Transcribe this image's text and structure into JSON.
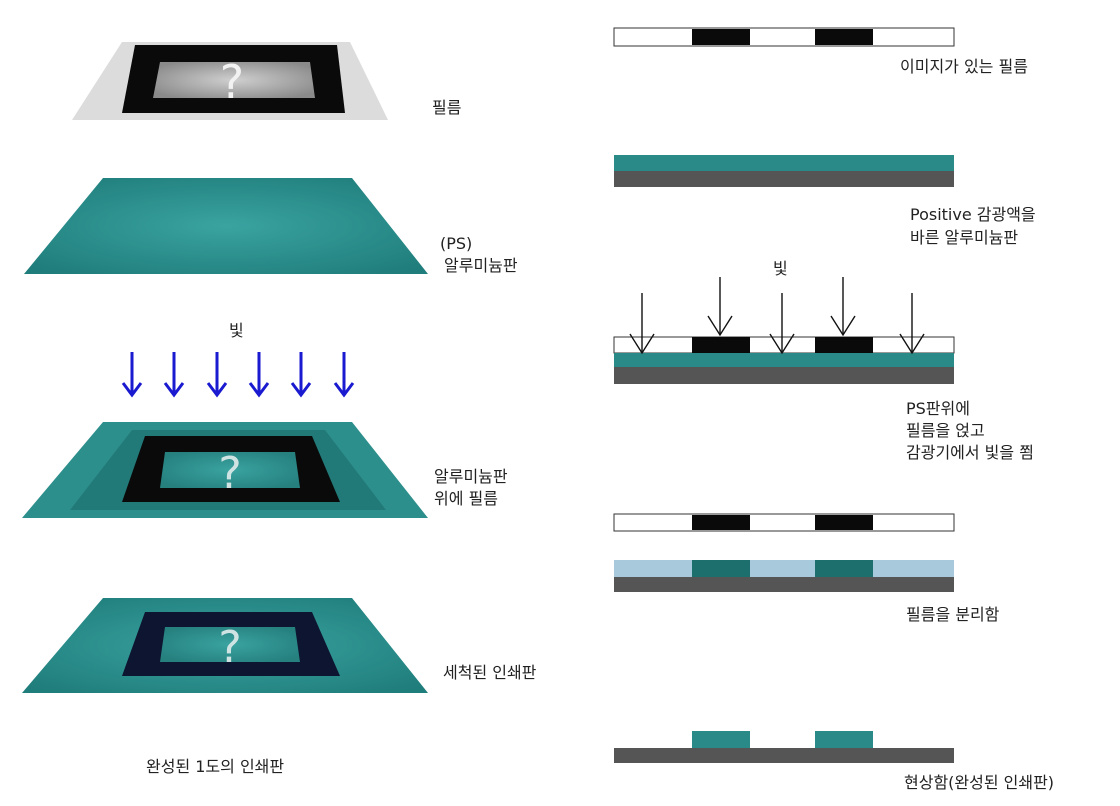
{
  "left": {
    "film_label": "필름",
    "plate_label_1": "(PS)",
    "plate_label_2": "알루미늄판",
    "light_label": "빛",
    "exposure_label_1": "알루미늄판",
    "exposure_label_2": "위에 필름",
    "washed_label": "세척된 인쇄판",
    "caption": "완성된 1도의 인쇄판",
    "question_mark": "?"
  },
  "right": {
    "film_label": "이미지가 있는 필름",
    "coated_label_1": "Positive 감광액을",
    "coated_label_2": "바른 알루미늄판",
    "light_label": "빛",
    "expose_label_1": "PS판위에",
    "expose_label_2": "필름을 얹고",
    "expose_label_3": "감광기에서 빛을 쬠",
    "separate_label": "필름을 분리함",
    "developed_label": "현상함(완성된 인쇄판)"
  },
  "colors": {
    "teal": "#2a8a88",
    "teal_dark": "#1d6f6d",
    "film_gray": "#d8d8d8",
    "black": "#0a0a0a",
    "navy": "#0d1530",
    "base_gray": "#555555",
    "light_blue": "#a8c8dc",
    "arrow_blue": "#1a1ad0"
  }
}
